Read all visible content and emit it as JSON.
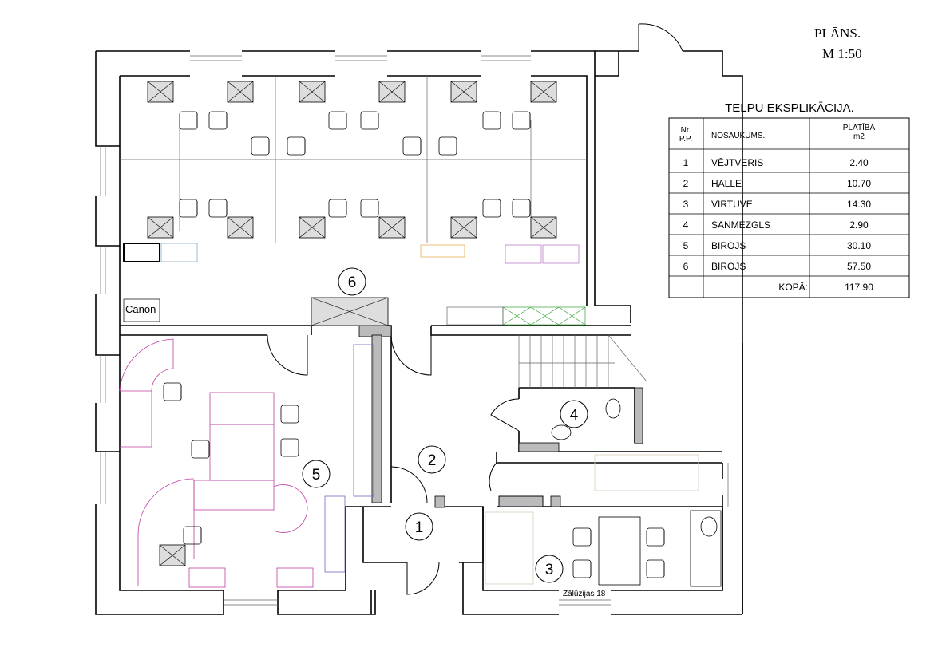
{
  "title": {
    "line1": "PLĀNS.",
    "line2": "M 1:50"
  },
  "explication": {
    "title": "TELPU EKSPLIKĀCIJA.",
    "headers": {
      "nr_line1": "Nr.",
      "nr_line2": "P.P.",
      "name": "NOSAUKUMS.",
      "area_line1": "PLATĪBA",
      "area_line2": "m2"
    },
    "rows": [
      {
        "nr": "1",
        "name": "VĒJTVERIS",
        "area": "2.40"
      },
      {
        "nr": "2",
        "name": "HALLE",
        "area": "10.70"
      },
      {
        "nr": "3",
        "name": "VIRTUVE",
        "area": "14.30"
      },
      {
        "nr": "4",
        "name": "SANMEZGLS",
        "area": "2.90"
      },
      {
        "nr": "5",
        "name": "BIROJS",
        "area": "30.10"
      },
      {
        "nr": "6",
        "name": "BIROJS",
        "area": "57.50"
      }
    ],
    "total_label": "KOPĀ:",
    "total": "117.90"
  },
  "rooms": {
    "r1": "1",
    "r2": "2",
    "r3": "3",
    "r4": "4",
    "r5": "5",
    "r6": "6"
  },
  "labels": {
    "printer": "Canon",
    "street": "Zālūzijas 18"
  },
  "colors": {
    "purple": "#b070c0",
    "magenta": "#c040a0",
    "blue": "#70a0c0",
    "green": "#30a030",
    "orange": "#e0a040",
    "beige": "#d8cbb8"
  }
}
